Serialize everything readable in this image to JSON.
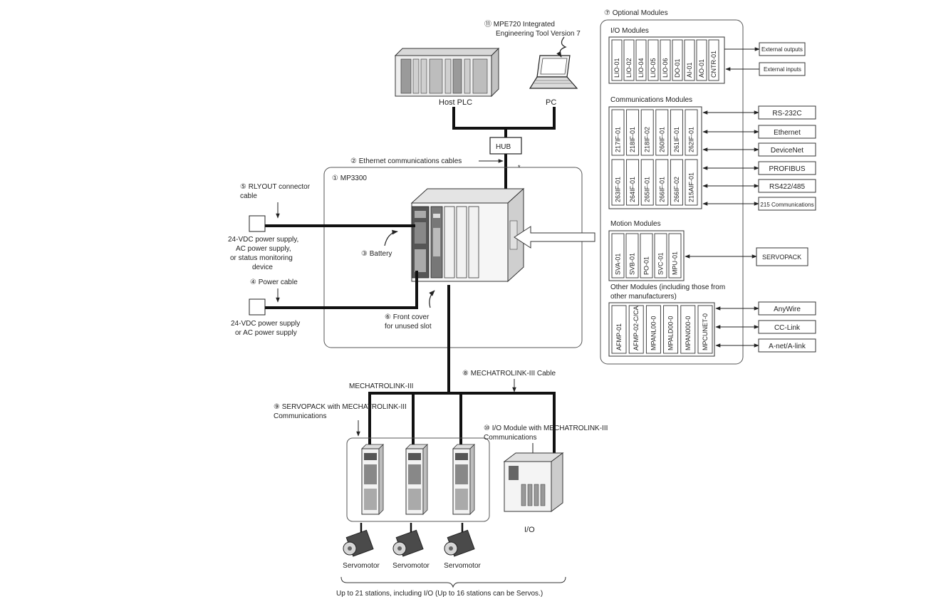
{
  "top": {
    "tool_label_1": "⑪ MPE720 Integrated",
    "tool_label_2": "Engineering Tool Version 7",
    "host_plc": "Host PLC",
    "pc": "PC",
    "hub": "HUB",
    "ethernet_cables": "② Ethernet communications cables"
  },
  "mp3300": {
    "title": "① MP3300",
    "battery": "③ Battery",
    "front_cover_1": "⑥ Front cover",
    "front_cover_2": "for unused slot"
  },
  "left": {
    "rlyout_1": "⑤ RLYOUT connector",
    "rlyout_2": "cable",
    "supply1_1": "24-VDC power supply,",
    "supply1_2": "AC power supply,",
    "supply1_3": "or status monitoring",
    "supply1_4": "device",
    "power_cable": "④ Power cable",
    "supply2_1": "24-VDC power supply",
    "supply2_2": "or AC power supply"
  },
  "optional": {
    "title": "⑦ Optional Modules",
    "io_title": "I/O Modules",
    "io_modules": [
      "LIO-01",
      "LIO-02",
      "LIO-04",
      "LIO-05",
      "LIO-06",
      "DO-01",
      "AI-01",
      "AO-01",
      "CNTR-01"
    ],
    "ext_outputs": "External outputs",
    "ext_inputs": "External inputs",
    "comm_title": "Communications Modules",
    "comm_row1": [
      "217IF-01",
      "218IF-01",
      "218IF-02",
      "260IF-01",
      "261IF-01",
      "262IF-01"
    ],
    "comm_row2": [
      "263IF-01",
      "264IF-01",
      "265IF-01",
      "266IF-01",
      "266IF-02",
      "215AIF-01"
    ],
    "comm_targets": [
      "RS-232C",
      "Ethernet",
      "DeviceNet",
      "PROFIBUS",
      "RS422/485",
      "215 Communications"
    ],
    "motion_title": "Motion Modules",
    "motion_modules": [
      "SVA-01",
      "SVB-01",
      "PO-01",
      "SVC-01",
      "MPU-01"
    ],
    "servopack": "SERVOPACK",
    "other_title_1": "Other Modules (including those from",
    "other_title_2": "other manufacturers)",
    "other_modules": [
      "AFMP-01",
      "AFMP-02-C/CA",
      "MPANL00-0",
      "MPALD00-0",
      "MPAN000-0",
      "MPCUNET-0"
    ],
    "other_targets": [
      "AnyWire",
      "CC-Link",
      "A-net/A-link"
    ]
  },
  "bottom": {
    "m3_cable": "⑧ MECHATROLINK-III Cable",
    "m3": "MECHATROLINK-III",
    "servopack_1": "⑨ SERVOPACK with MECHATROLINK-III",
    "servopack_2": "Communications",
    "io_mod_1": "⑩ I/O Module with MECHATROLINK-III",
    "io_mod_2": "Communications",
    "io": "I/O",
    "servomotor": "Servomotor",
    "stations": "Up to 21 stations, including I/O (Up to 16 stations can be Servos.)"
  }
}
